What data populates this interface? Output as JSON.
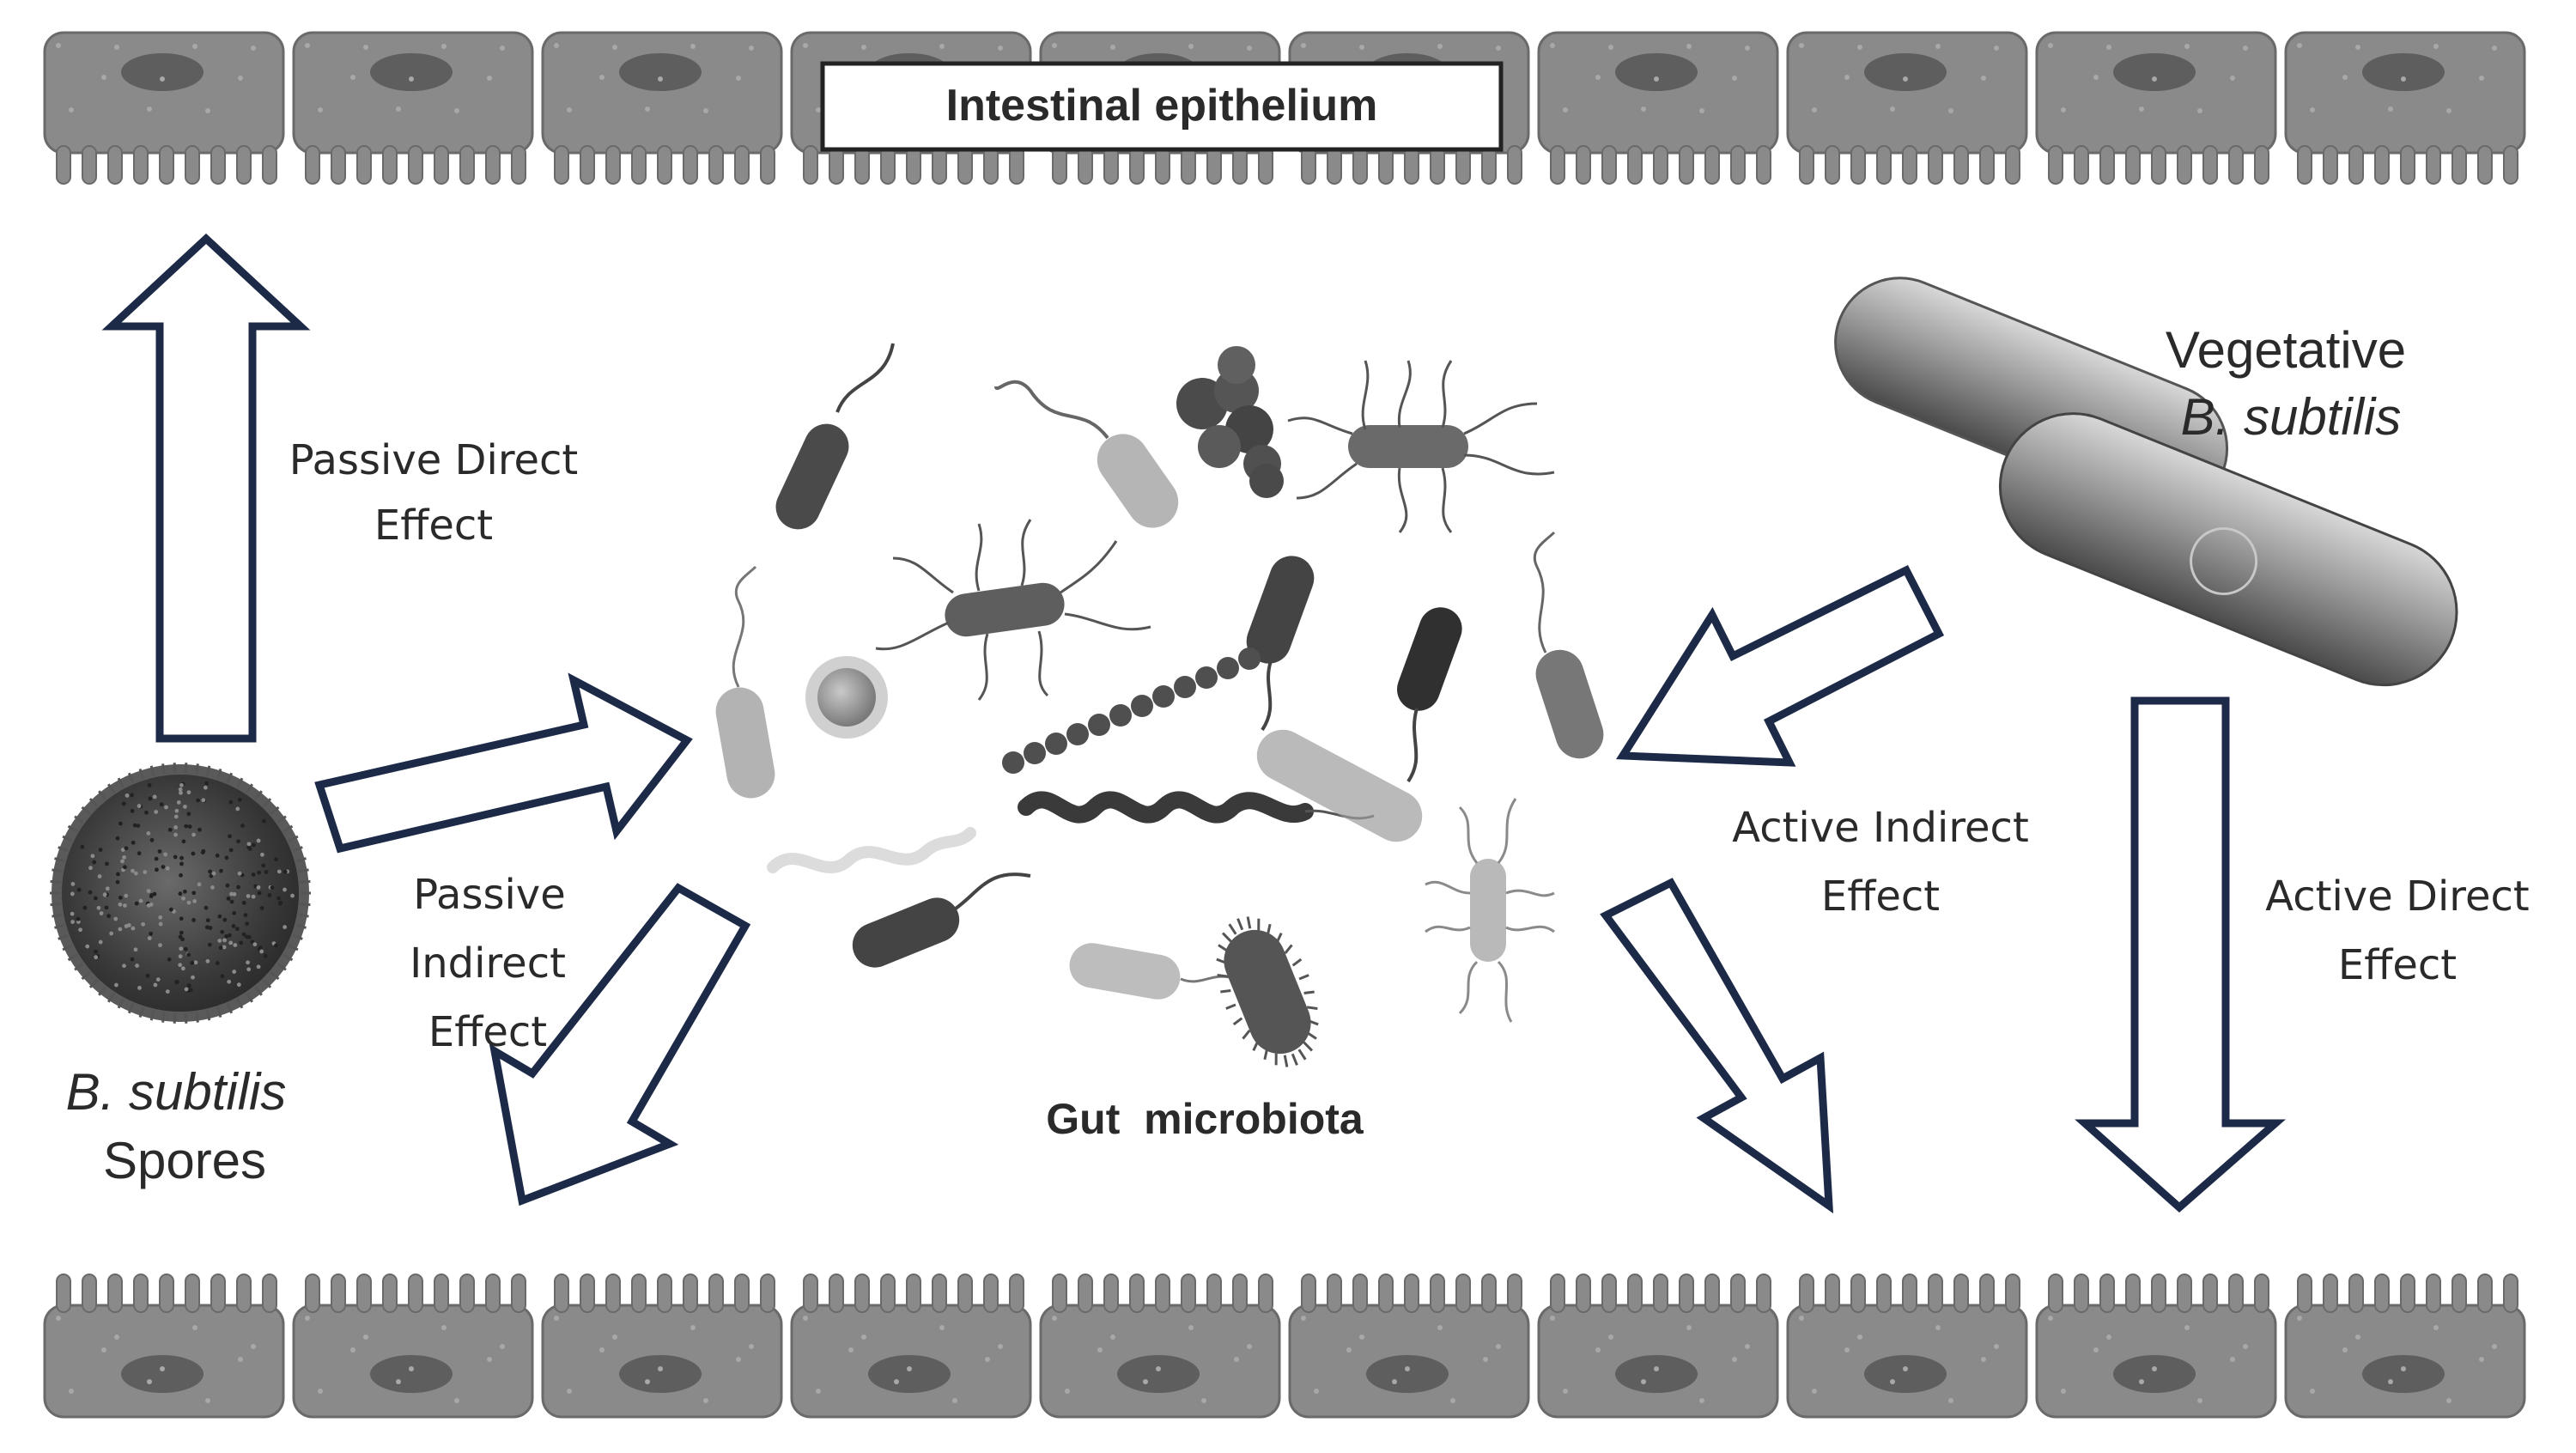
{
  "title": "Intestinal epithelium",
  "spores": {
    "line1": "B. subtilis",
    "line2": "Spores"
  },
  "vegetative": {
    "line1": "Vegetative",
    "line2": "B. subtilis"
  },
  "microbiota": "Gut  microbiota",
  "effects": {
    "passive_direct": [
      "Passive Direct",
      "Effect"
    ],
    "passive_indirect": [
      "Passive",
      "Indirect",
      "Effect"
    ],
    "active_indirect": [
      "Active Indirect",
      "Effect"
    ],
    "active_direct": [
      "Active Direct",
      "Effect"
    ]
  },
  "colors": {
    "arrow_stroke": "#1c2a48",
    "cell_fill": "#8a8a8a",
    "nucleus": "#5e5e5e",
    "text": "#2a2a2a"
  }
}
